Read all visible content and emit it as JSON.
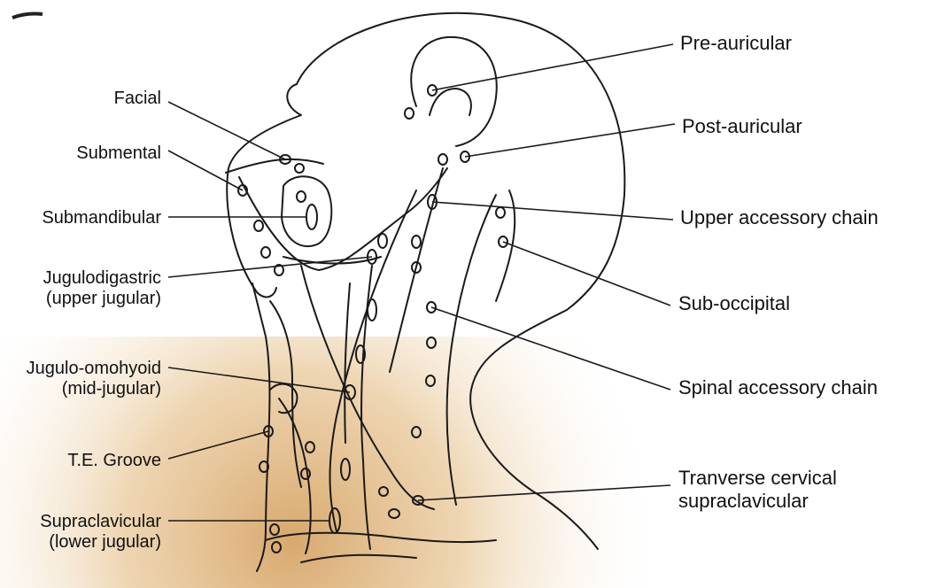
{
  "diagram": {
    "labels_left": {
      "facial": "Facial",
      "submental": "Submental",
      "submandibular": "Submandibular",
      "jugulodigastric": {
        "line1": "Jugulodigastric",
        "line2": "(upper jugular)"
      },
      "jugulo_omohyoid": {
        "line1": "Jugulo-omohyoid",
        "line2": "(mid-jugular)"
      },
      "te_groove": "T.E. Groove",
      "supraclavicular": {
        "line1": "Supraclavicular",
        "line2": "(lower jugular)"
      }
    },
    "labels_right": {
      "pre_auricular": "Pre-auricular",
      "post_auricular": "Post-auricular",
      "upper_accessory": "Upper accessory chain",
      "sub_occipital": "Sub-occipital",
      "spinal_accessory": "Spinal accessory chain",
      "transverse_cervical": {
        "line1": "Tranverse cervical",
        "line2": "supraclavicular"
      }
    },
    "colors": {
      "ink": "#1a1a1a",
      "background": "#ffffff",
      "tint_center": "#d9a86a",
      "tint_edge": "#ffffff"
    }
  }
}
